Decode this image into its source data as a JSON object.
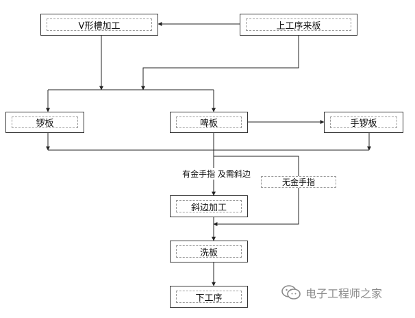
{
  "nodes": {
    "v_groove": "V形槽加工",
    "prev_process": "上工序来板",
    "routing": "锣板",
    "punching": "啤板",
    "hand_routing": "手锣板",
    "bevel": "斜边加工",
    "wash": "洗板",
    "next_process": "下工序"
  },
  "conditions": {
    "with_gold_finger": "有金手指 及需斜边",
    "no_gold_finger": "无金手指"
  },
  "watermark": {
    "text": "电子工程师之家",
    "icon": "wechat-icon"
  },
  "colors": {
    "line": "#222222",
    "dashed_border": "#9a9a9a",
    "watermark": "#8a8a8a"
  }
}
